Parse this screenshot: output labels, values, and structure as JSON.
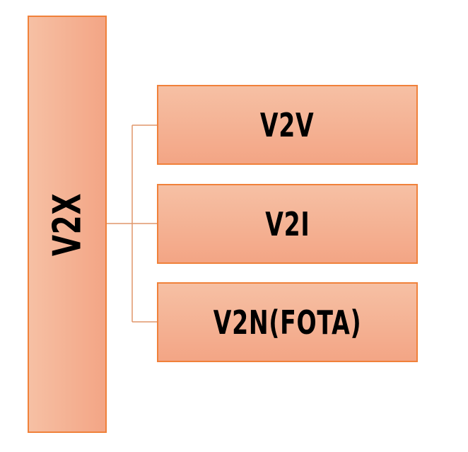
{
  "diagram": {
    "root": {
      "label": "V2X"
    },
    "children": [
      {
        "label": "V2V"
      },
      {
        "label": "V2I"
      },
      {
        "label": "V2N(FOTA)"
      }
    ],
    "colors": {
      "box_fill_light": "#f6c0a4",
      "box_fill_dark": "#f3a585",
      "box_border": "#f0813a",
      "connector": "#e0956a",
      "text": "#000000"
    }
  }
}
